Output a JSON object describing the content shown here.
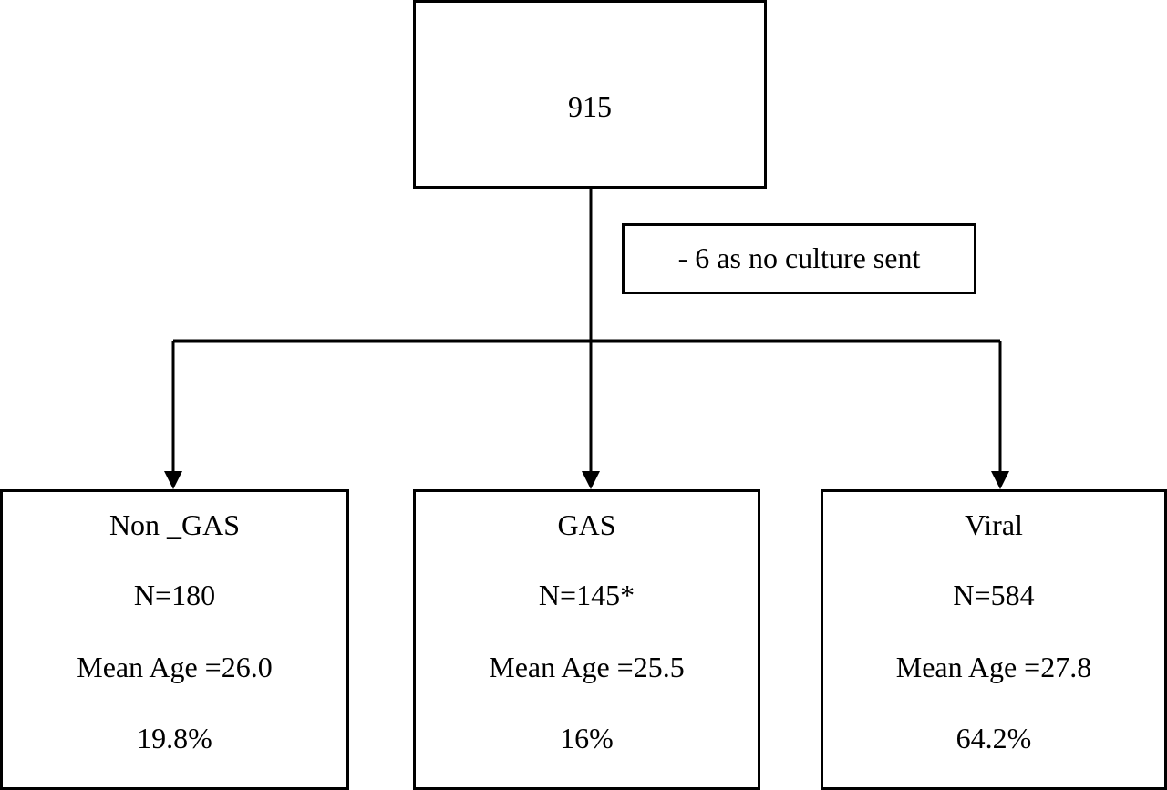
{
  "root": {
    "label": "915"
  },
  "note": {
    "label": "- 6 as no culture sent"
  },
  "groups": [
    {
      "name": "Non _GAS",
      "n": "N=180",
      "mean_age": "Mean Age =26.0",
      "percent": "19.8%"
    },
    {
      "name": "GAS",
      "n": "N=145*",
      "mean_age": "Mean Age =25.5",
      "percent": "16%"
    },
    {
      "name": "Viral",
      "n": "N=584",
      "mean_age": "Mean Age =27.8",
      "percent": "64.2%"
    }
  ]
}
